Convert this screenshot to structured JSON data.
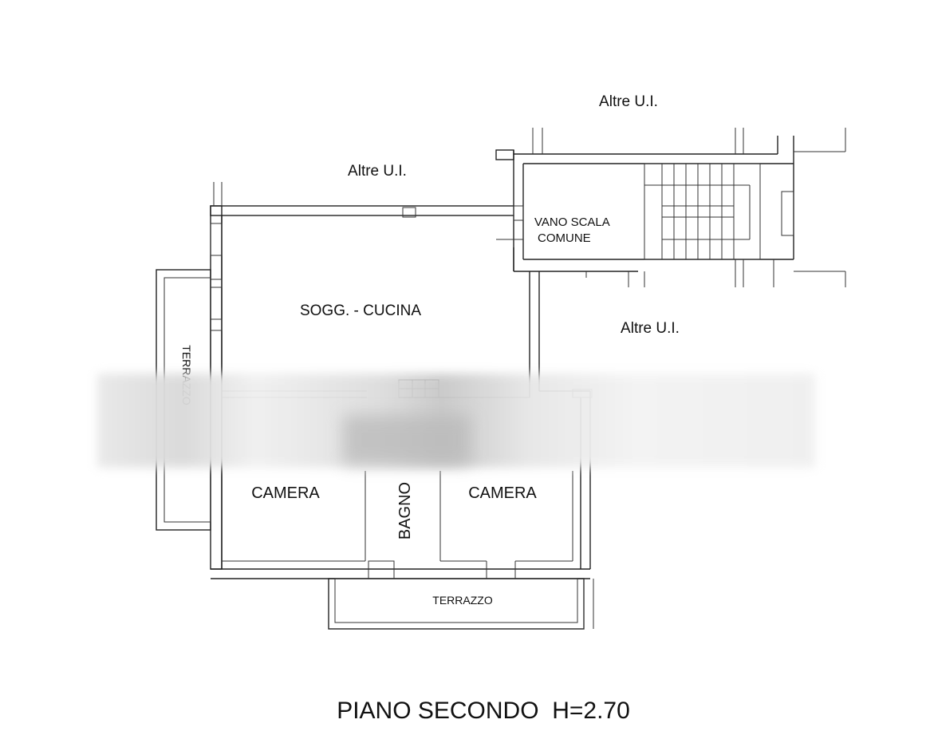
{
  "rooms": {
    "other_units_top": "Altre U.I.",
    "other_units_left": "Altre U.I.",
    "other_units_right": "Altre U.I.",
    "stair_line1": "VANO SCALA",
    "stair_line2": "COMUNE",
    "living_kitchen": "SOGG. - CUCINA",
    "terrace_side": "TERRAZZO",
    "bedroom_left": "CAMERA",
    "bathroom": "BAGNO",
    "bedroom_right": "CAMERA",
    "terrace_bottom": "TERRAZZO"
  },
  "footer": {
    "title": "PIANO SECONDO  H=2.70"
  }
}
